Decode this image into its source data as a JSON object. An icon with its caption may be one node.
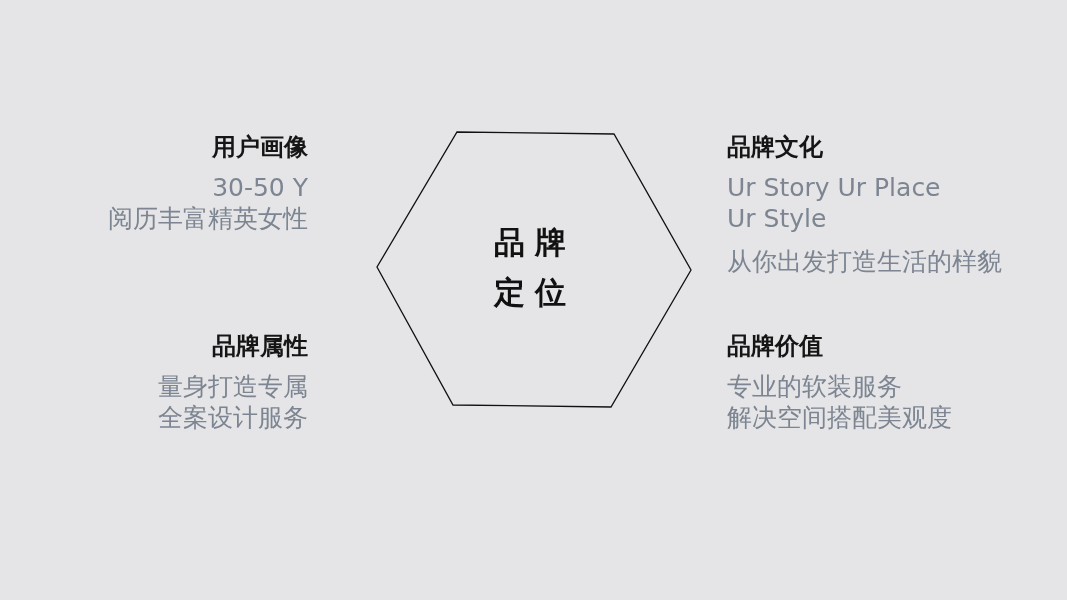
{
  "diagram": {
    "nodes": [
      {
        "text": [
          "品牌定位"
        ]
      }
    ],
    "labels": [
      "用户画像",
      "30-50 Y",
      "阅历丰富精英女性",
      "品牌文化",
      "Ur Story Ur Place",
      "Ur Style",
      "从你出发打造生活的样貌",
      "品牌属性",
      "量身打造专属",
      "全案设计服务",
      "品牌价值",
      "专业的软装服务",
      "解决空间搭配美观度"
    ]
  }
}
